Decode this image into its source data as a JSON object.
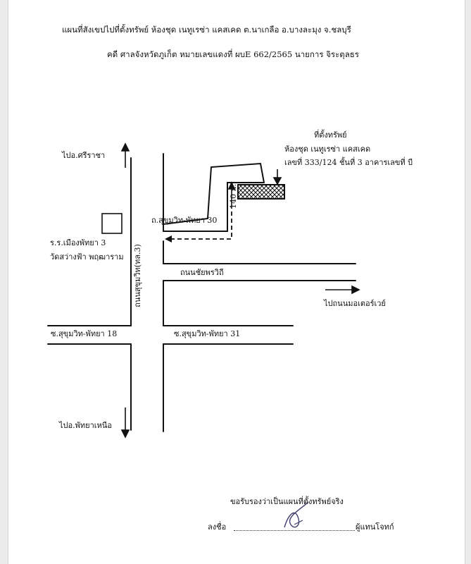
{
  "document": {
    "title_line1": "แผนที่สังเขปไปที่ตั้งทรัพย์ ห้องชุด เนทูเรซ่า แคสเคด ต.นาเกลือ อ.บางละมุง จ.ชลบุรี",
    "title_line2": "คดี ศาลจังหวัดภูเก็ต หมายเลขแดงที่ ผบE 662/2565 นายการ จิระตุลธร"
  },
  "map": {
    "property_heading": "ที่ตั้งทรัพย์",
    "property_line1": "ห้องชุด เนทูเรซ่า แคสเคด",
    "property_line2": "เลขที่ 333/124 ชั้นที่ 3 อาคารเลขที่ บี",
    "to_sriracha": "ไปอ.ศรีราชา",
    "to_north_pattaya": "ไปอ.พัทยาเหนือ",
    "to_motorway": "ไปถนนมอเตอร์เวย์",
    "school_line1": "ร.ร.เมืองพัทยา 3",
    "school_line2": "วัดสว่างฟ้า พฤฒาราม",
    "road_sukhumvit": "ถนนสุขุมวิท(ทล.3)",
    "road_soi30": "ถ.สุขุมวิท-พัทยา 30",
    "road_chaiyaphruek": "ถนนชัยพรวิถี",
    "road_soi18": "ซ.สุขุมวิท-พัทยา 18",
    "road_soi31": "ซ.สุขุมวิท-พัทยา 31",
    "distance": "140 ม."
  },
  "certification": {
    "certify_text": "ขอรับรองว่าเป็นแผนที่ตั้งทรัพย์จริง",
    "sign_label": "ลงชื่อ",
    "sign_role": "ผู้แทนโจทก์"
  }
}
